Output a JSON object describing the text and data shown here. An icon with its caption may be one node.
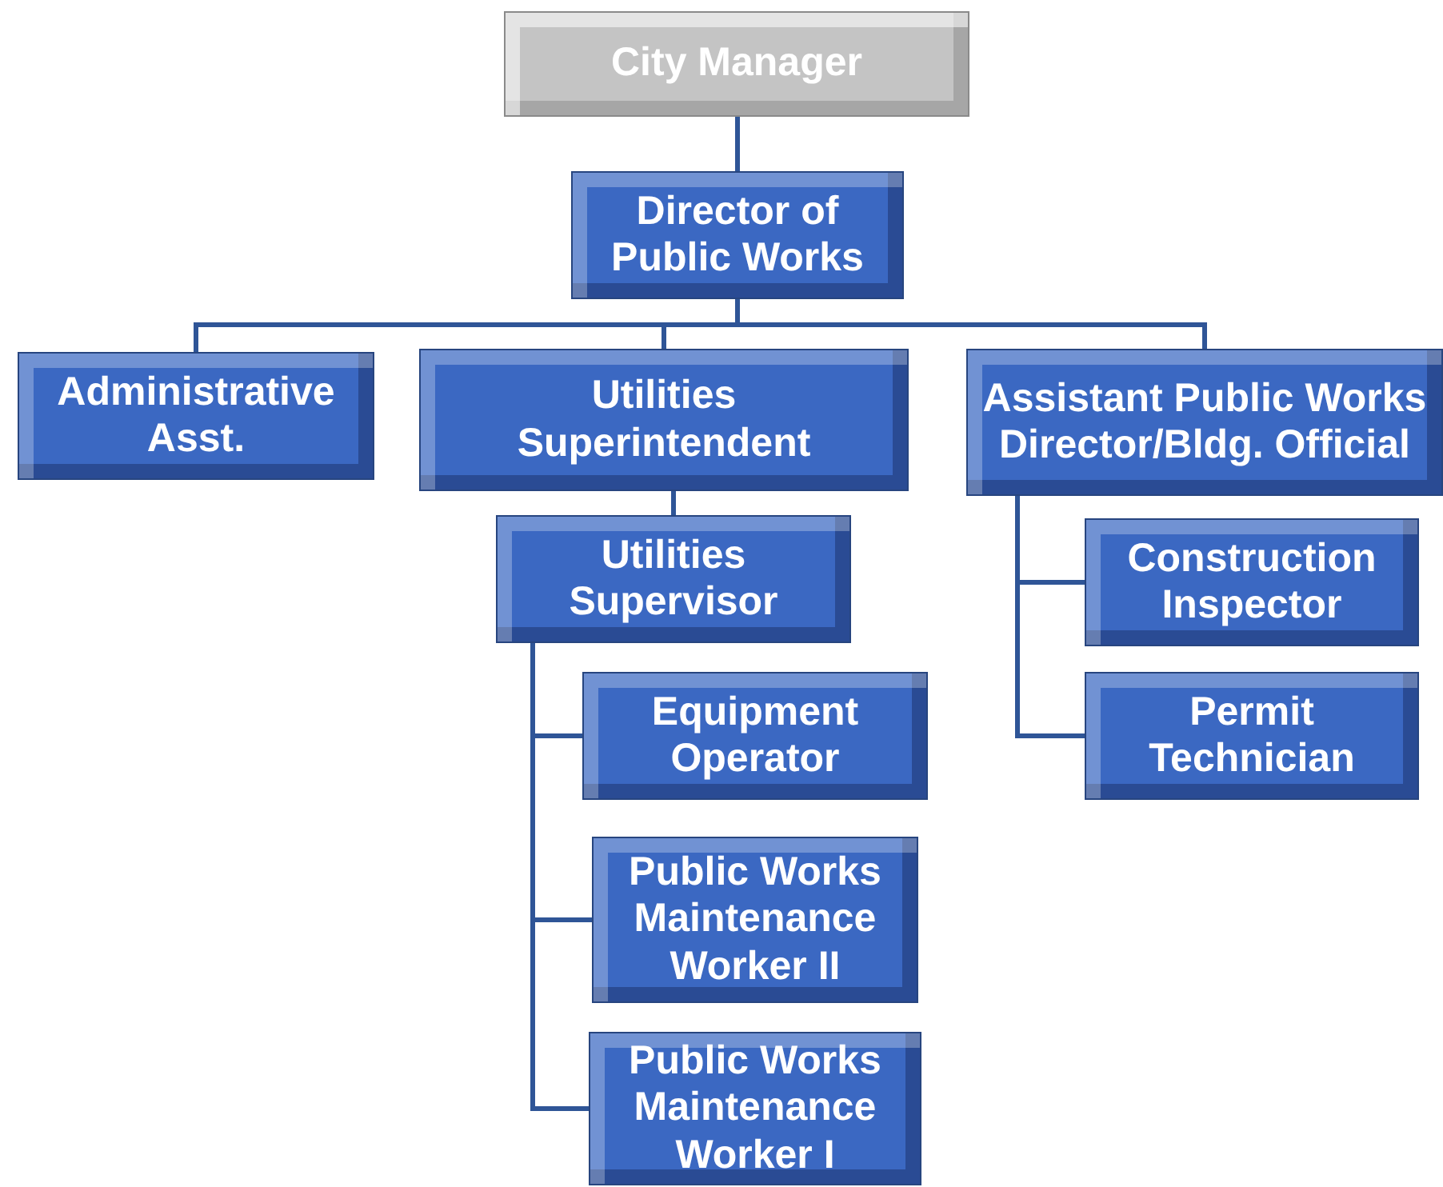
{
  "diagram": {
    "nodes": [
      {
        "text": [
          "City Manager"
        ]
      },
      {
        "text": [
          "Director of Public Works"
        ]
      },
      {
        "text": [
          "Administrative Asst."
        ]
      },
      {
        "text": [
          "Utilities Superintendent"
        ]
      },
      {
        "text": [
          "Assistant Public Works Director/Bldg. Official"
        ]
      },
      {
        "text": [
          "Utilities Supervisor"
        ]
      },
      {
        "text": [
          "Construction Inspector"
        ]
      },
      {
        "text": [
          "Equipment Operator"
        ]
      },
      {
        "text": [
          "Permit Technician"
        ]
      },
      {
        "text": [
          "Public Works Maintenance Worker II"
        ]
      },
      {
        "text": [
          "Public Works Maintenance Worker I"
        ]
      }
    ],
    "edges": [
      {
        "from": 0,
        "to": 1,
        "arrow": "none"
      },
      {
        "from": 1,
        "to": 2,
        "arrow": "none"
      },
      {
        "from": 1,
        "to": 3,
        "arrow": "none"
      },
      {
        "from": 1,
        "to": 4,
        "arrow": "none"
      },
      {
        "from": 3,
        "to": 5,
        "arrow": "none"
      },
      {
        "from": 4,
        "to": 6,
        "arrow": "none"
      },
      {
        "from": 5,
        "to": 7,
        "arrow": "none"
      },
      {
        "from": 4,
        "to": 8,
        "arrow": "none"
      },
      {
        "from": 5,
        "to": 9,
        "arrow": "none"
      },
      {
        "from": 5,
        "to": 10,
        "arrow": "none"
      }
    ]
  }
}
